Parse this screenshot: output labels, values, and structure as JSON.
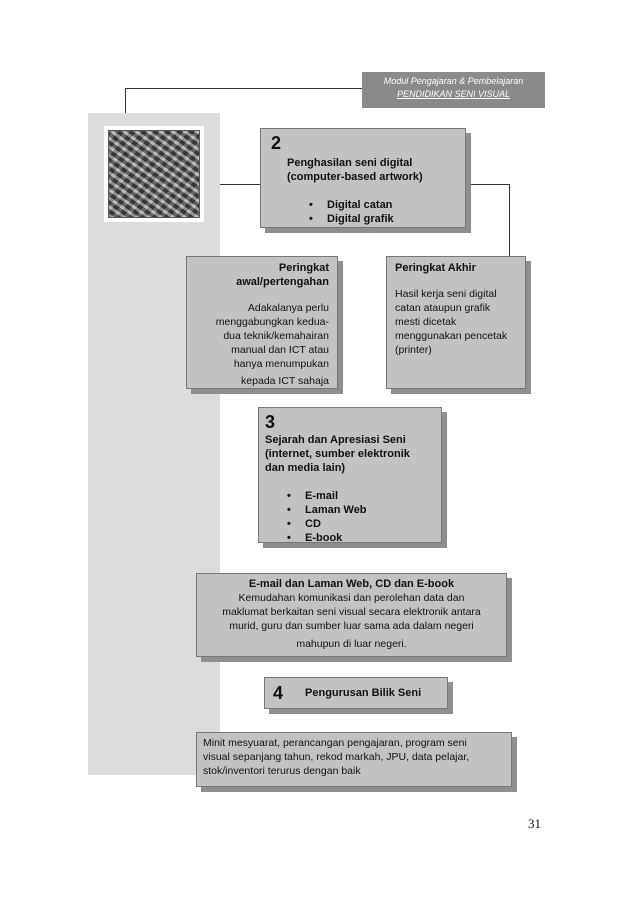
{
  "header": {
    "line1": "Modul Pengajaran & Pembelajaran",
    "line2": "PENDIDIKAN SENI VISUAL"
  },
  "box2": {
    "number": "2",
    "title_line1": "Penghasilan seni digital",
    "title_line2": "(computer-based artwork)",
    "items": [
      "Digital catan",
      "Digital grafik"
    ]
  },
  "box_left": {
    "title_line1": "Peringkat",
    "title_line2": "awal/pertengahan",
    "lines": [
      "Adakalanya perlu",
      "menggabungkan kedua-",
      "dua teknik/kemahairan",
      "manual dan ICT atau",
      "hanya menumpukan",
      "kepada ICT sahaja"
    ]
  },
  "box_right": {
    "title": "Peringkat Akhir",
    "lines": [
      "Hasil kerja seni digital",
      "catan ataupun grafik",
      "mesti dicetak",
      "menggunakan pencetak",
      "(printer)"
    ]
  },
  "box3": {
    "number": "3",
    "title_line1": "Sejarah dan Apresiasi Seni",
    "title_line2": "(internet, sumber elektronik",
    "title_line3": "dan media lain)",
    "items": [
      "E-mail",
      "Laman Web",
      "CD",
      "E-book"
    ]
  },
  "box_email": {
    "title": "E-mail dan Laman Web, CD dan E-book",
    "lines": [
      "Kemudahan komunikasi dan perolehan data dan",
      "maklumat berkaitan seni visual secara elektronik antara",
      "murid, guru dan sumber luar sama ada dalam negeri",
      "mahupun di luar negeri."
    ]
  },
  "box4": {
    "number": "4",
    "title": "Pengurusan Bilik Seni"
  },
  "box_bottom": {
    "lines": [
      "Minit mesyuarat, perancangan pengajaran, program seni",
      "visual sepanjang tahun, rekod markah, JPU, data pelajar,",
      "stok/inventori terurus dengan baik"
    ]
  },
  "page_number": "31"
}
